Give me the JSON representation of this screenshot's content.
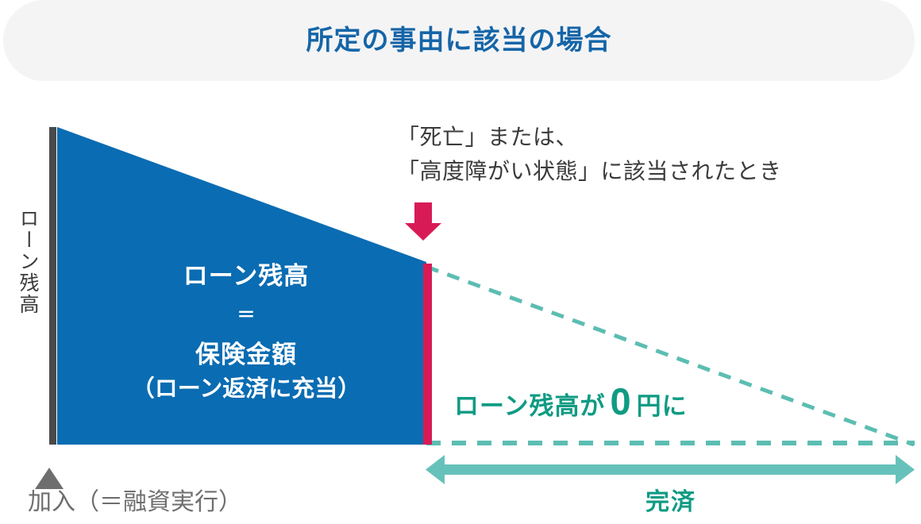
{
  "header": {
    "title": "所定の事由に該当の場合"
  },
  "axis": {
    "y_label": "ローン残高"
  },
  "callout": {
    "line1": "「死亡」または、",
    "line2": "「高度障がい状態」に該当されたとき",
    "arrow_icon": "down-arrow-icon"
  },
  "blue_block": {
    "line1": "ローン残高",
    "equals": "＝",
    "line2": "保険金額",
    "line3": "（ローン返済に充当）"
  },
  "white_block": {
    "prefix": "ローン残高が",
    "zero": "0",
    "suffix": "円に"
  },
  "bottom": {
    "entry_marker_icon": "triangle-up-icon",
    "entry_label": "加入（＝融資実行）",
    "completion_label": "完済",
    "completion_arrow_icon": "double-arrow-horizontal-icon"
  },
  "colors": {
    "header_bg": "#f4f4f5",
    "header_text": "#1565a8",
    "blue_area": "#0a6cb2",
    "crimson_line": "#d81b56",
    "teal_dash": "#5cbdb2",
    "teal_text": "#0f9b83",
    "teal_arrow": "#67c1bb",
    "gray_text": "#3b3b3b",
    "gray_marker": "#6e6e6e",
    "axis_line": "#4a4a4a"
  },
  "chart_data": {
    "type": "area",
    "title": "所定の事由に該当の場合",
    "xlabel": "",
    "ylabel": "ローン残高",
    "description": "右下がりの三角形。加入（＝融資実行）時点が最大のローン残高で、完済に向かって直線的に減少する。所定の事由に該当した時点（縦の赤線）までの青色領域がローン残高＝保険金額（ローン返済に充当）、その後の白色領域はローン残高が0円になる期間を示す。",
    "x": [
      0,
      100
    ],
    "y": [
      100,
      0
    ],
    "xlim": [
      0,
      100
    ],
    "ylim": [
      0,
      100
    ],
    "grid": false,
    "legend": "none",
    "event_marker_x_percent": 43,
    "regions": [
      {
        "name": "ローン残高＝保険金額（ローン返済に充当）",
        "x_start_percent": 0,
        "x_end_percent": 43,
        "fill": "#0a6cb2"
      },
      {
        "name": "ローン残高が0円に",
        "x_start_percent": 43,
        "x_end_percent": 100,
        "fill": "#ffffff",
        "outline": "dashed-teal"
      }
    ],
    "annotations": [
      {
        "text": "「死亡」または、「高度障がい状態」に該当されたとき",
        "x_percent": 43,
        "position": "above"
      },
      {
        "text": "加入（＝融資実行）",
        "x_percent": 0,
        "position": "below-axis"
      },
      {
        "text": "完済",
        "x_percent": 72,
        "position": "below-axis"
      }
    ]
  }
}
